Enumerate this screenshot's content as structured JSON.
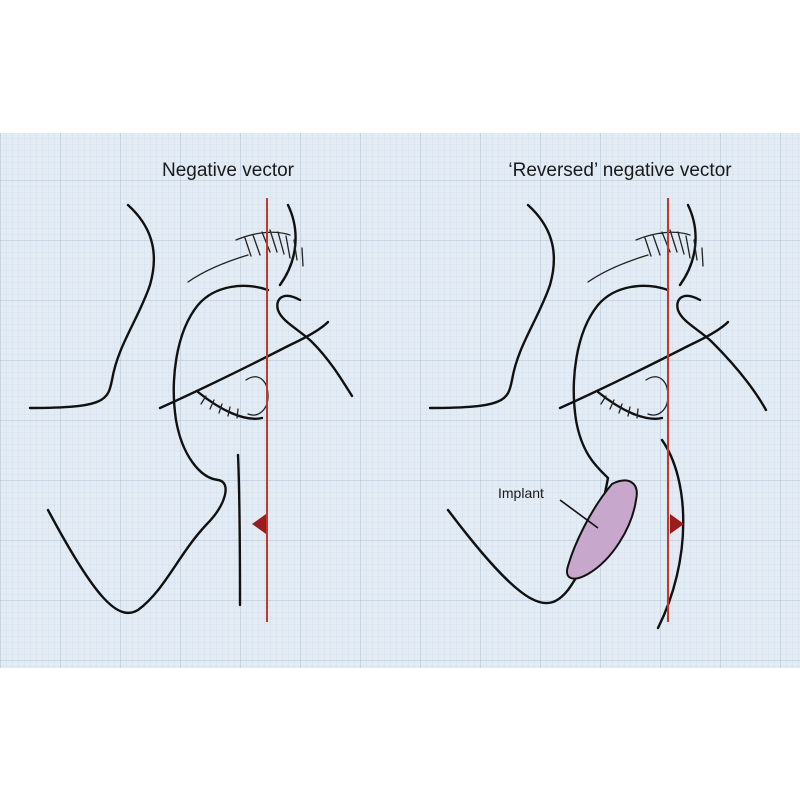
{
  "panels": [
    {
      "title": "Negative vector",
      "arrow_direction": "left"
    },
    {
      "title": "‘Reversed’ negative vector",
      "arrow_direction": "right",
      "implant_label": "Implant"
    }
  ],
  "colors": {
    "background": "#e3ecf4",
    "grid_minor": "#c9d7e6",
    "grid_major": "#aebfd3",
    "vector_line": "#c0392b",
    "arrow": "#9b1c1c",
    "implant_fill": "#c7a8cc"
  }
}
